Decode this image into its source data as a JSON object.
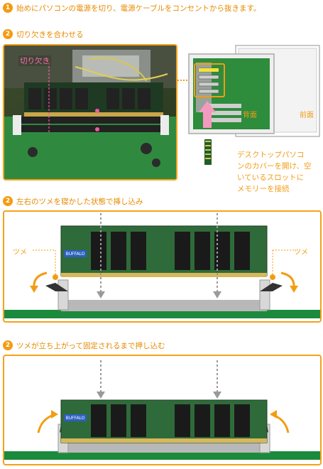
{
  "steps": {
    "s1": {
      "num": "1",
      "text": "始めにパソコンの電源を切り、電源ケーブルをコンセントから抜きます。"
    },
    "s2a": {
      "num": "2",
      "text": "切り欠きを合わせる"
    },
    "s2b": {
      "num": "2",
      "text": "左右のツメを寝かした状態で挿し込み"
    },
    "s2c": {
      "num": "2",
      "text": "ツメが立ち上がって固定されるまで押し込む"
    }
  },
  "photo": {
    "notch_label": "切り欠き"
  },
  "pc_diagram": {
    "back_label": "背面",
    "front_label": "前面"
  },
  "desktop_note": [
    "デスクトップパソコ",
    "ンのカバーを開け、空",
    "いているスロットに",
    "メモリーを接続"
  ],
  "insert_diagram": {
    "left_tab_label": "ツメ",
    "right_tab_label": "ツメ"
  },
  "memory_brand": "BUFFALO",
  "colors": {
    "accent": "#f39c12",
    "board_green": "#1c8a3c",
    "slot_gray": "#b8b8b8",
    "arrow_pink": "#f49ac1"
  }
}
